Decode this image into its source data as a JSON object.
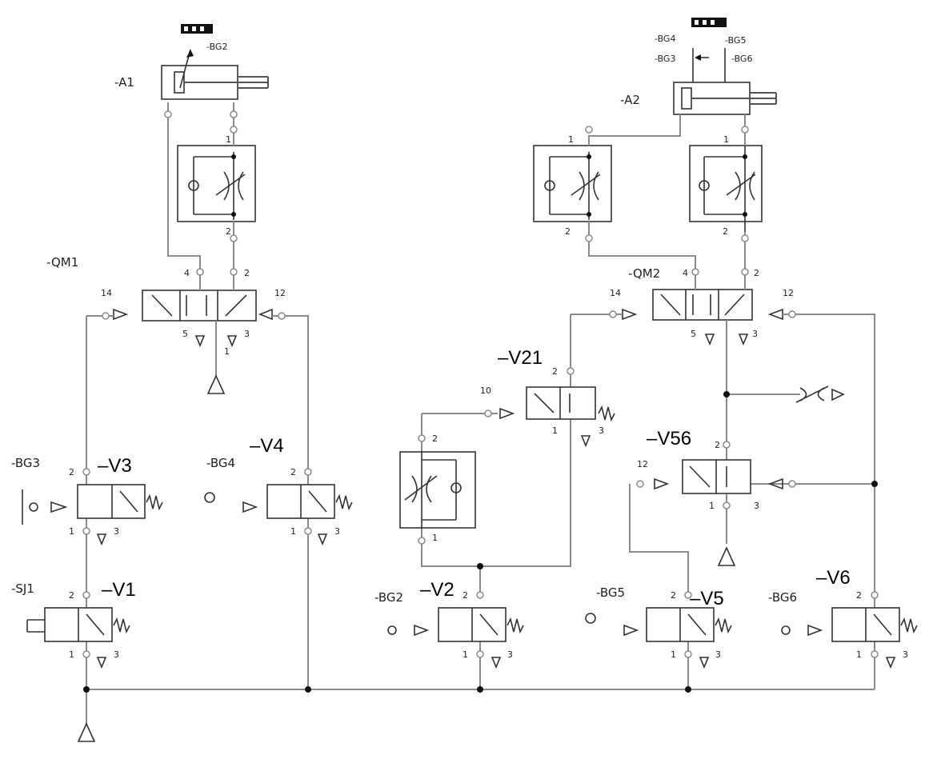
{
  "components": {
    "a1": "-A1",
    "a2": "-A2",
    "qm1": "-QM1",
    "qm2": "-QM2",
    "bg3": "-BG3",
    "bg4": "-BG4",
    "sj1": "-SJ1",
    "bg2": "-BG2",
    "bg5": "-BG5",
    "bg6": "-BG6",
    "bg2_top": "-BG2",
    "bg4_top": "-BG4",
    "bg3_top": "-BG3",
    "bg5_top": "-BG5",
    "bg6_top": "-BG6"
  },
  "valves": {
    "v1": "–V1",
    "v2": "–V2",
    "v3": "–V3",
    "v4": "–V4",
    "v5": "–V5",
    "v6": "–V6",
    "v21": "–V21",
    "v56": "–V56"
  },
  "ports": {
    "p1": "1",
    "p2": "2",
    "p3": "3",
    "p4": "4",
    "p5": "5",
    "p10": "10",
    "p12": "12",
    "p14": "14"
  }
}
